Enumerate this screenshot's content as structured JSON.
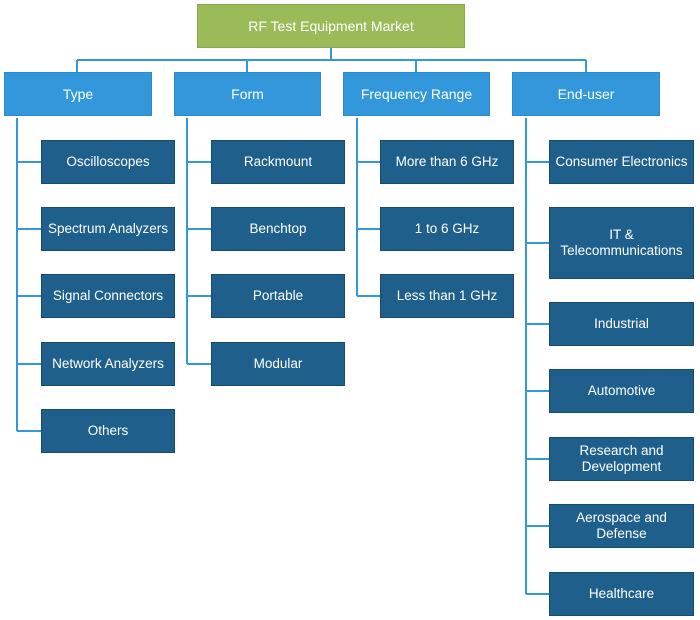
{
  "root": {
    "label": "RF Test Equipment Market"
  },
  "categories": [
    {
      "label": "Type",
      "items": [
        "Oscilloscopes",
        "Spectrum Analyzers",
        "Signal Connectors",
        "Network Analyzers",
        "Others"
      ]
    },
    {
      "label": "Form",
      "items": [
        "Rackmount",
        "Benchtop",
        "Portable",
        "Modular"
      ]
    },
    {
      "label": "Frequency Range",
      "items": [
        "More than 6 GHz",
        "1 to 6 GHz",
        "Less than 1 GHz"
      ]
    },
    {
      "label": "End-user",
      "items": [
        "Consumer Electronics",
        "IT &\nTelecommunications",
        "Industrial",
        "Automotive",
        "Research and\nDevelopment",
        "Aerospace and\nDefense",
        "Healthcare"
      ]
    }
  ],
  "colors": {
    "root": "#9bbb59",
    "category": "#3398db",
    "leaf": "#1f5f8b",
    "connector": "#3398db"
  }
}
